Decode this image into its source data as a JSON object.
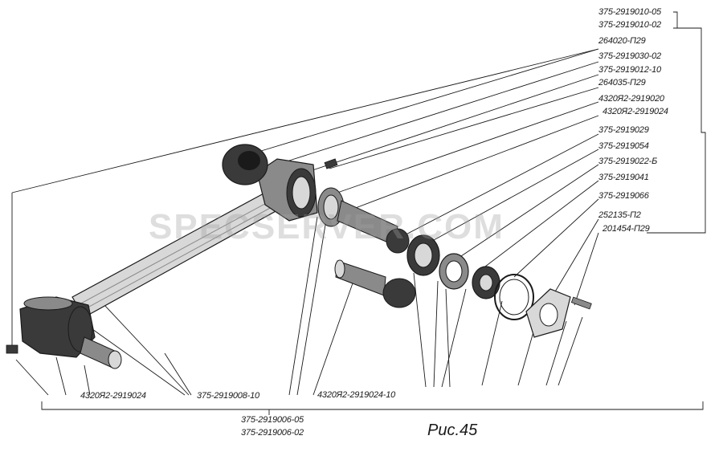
{
  "right_labels": [
    "375-2919010-05",
    "375-2919010-02",
    "264020-П29",
    "375-2919030-02",
    "375-2919012-10",
    "264035-П29",
    "4320Я2-2919020",
    "4320Я2-2919024",
    "375-2919029",
    "375-2919054",
    "375-2919022-Б",
    "375-2919041",
    "375-2919066",
    "252135-П2",
    "201454-П29"
  ],
  "bottom_labels": {
    "left": "4320Я2-2919024",
    "mid": "375-2919008-10",
    "right": "4320Я2-2919024-10"
  },
  "assembly_labels": [
    "375-2919006-05",
    "375-2919006-02"
  ],
  "caption": "Рис.45",
  "watermark": "SPECSERVER.COM",
  "colors": {
    "ink": "#1a1a1a",
    "part_dark": "#3a3a3a",
    "part_mid": "#8a8a8a",
    "part_light": "#d8d8d8"
  }
}
